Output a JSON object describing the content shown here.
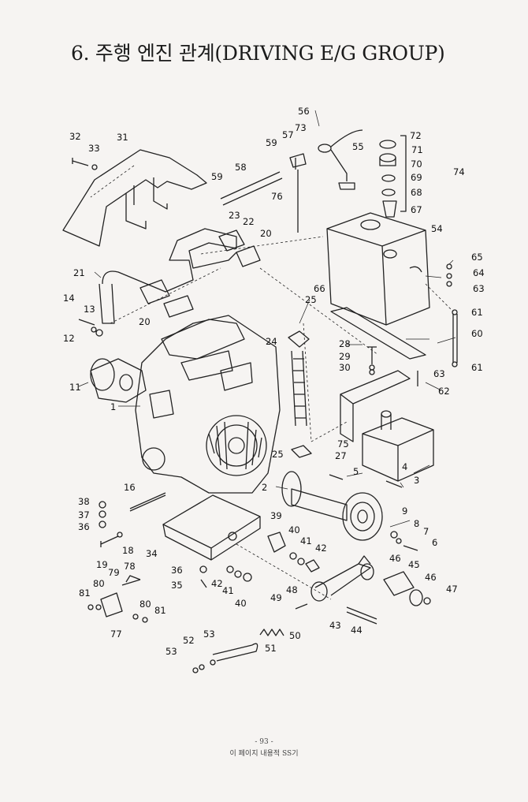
{
  "title": "6. 주행 엔진 관계(DRIVING E/G GROUP)",
  "footer": {
    "page_number": "- 93 -",
    "note": "이 페이지 내용적 SS기"
  },
  "diagram": {
    "part_numbers": [
      "1",
      "2",
      "3",
      "4",
      "5",
      "6",
      "7",
      "8",
      "9",
      "11",
      "12",
      "13",
      "14",
      "16",
      "18",
      "19",
      "20",
      "20",
      "21",
      "22",
      "23",
      "24",
      "25",
      "25",
      "27",
      "28",
      "29",
      "30",
      "31",
      "32",
      "33",
      "34",
      "35",
      "36",
      "37",
      "38",
      "39",
      "40",
      "40",
      "41",
      "41",
      "42",
      "42",
      "43",
      "44",
      "45",
      "46",
      "46",
      "47",
      "48",
      "49",
      "50",
      "51",
      "52",
      "53",
      "53",
      "54",
      "55",
      "56",
      "57",
      "58",
      "59",
      "59",
      "60",
      "61",
      "61",
      "62",
      "63",
      "63",
      "64",
      "65",
      "66",
      "67",
      "68",
      "69",
      "70",
      "71",
      "72",
      "73",
      "74",
      "75",
      "76",
      "77",
      "78",
      "79",
      "80",
      "80",
      "81",
      "81",
      "36"
    ]
  }
}
